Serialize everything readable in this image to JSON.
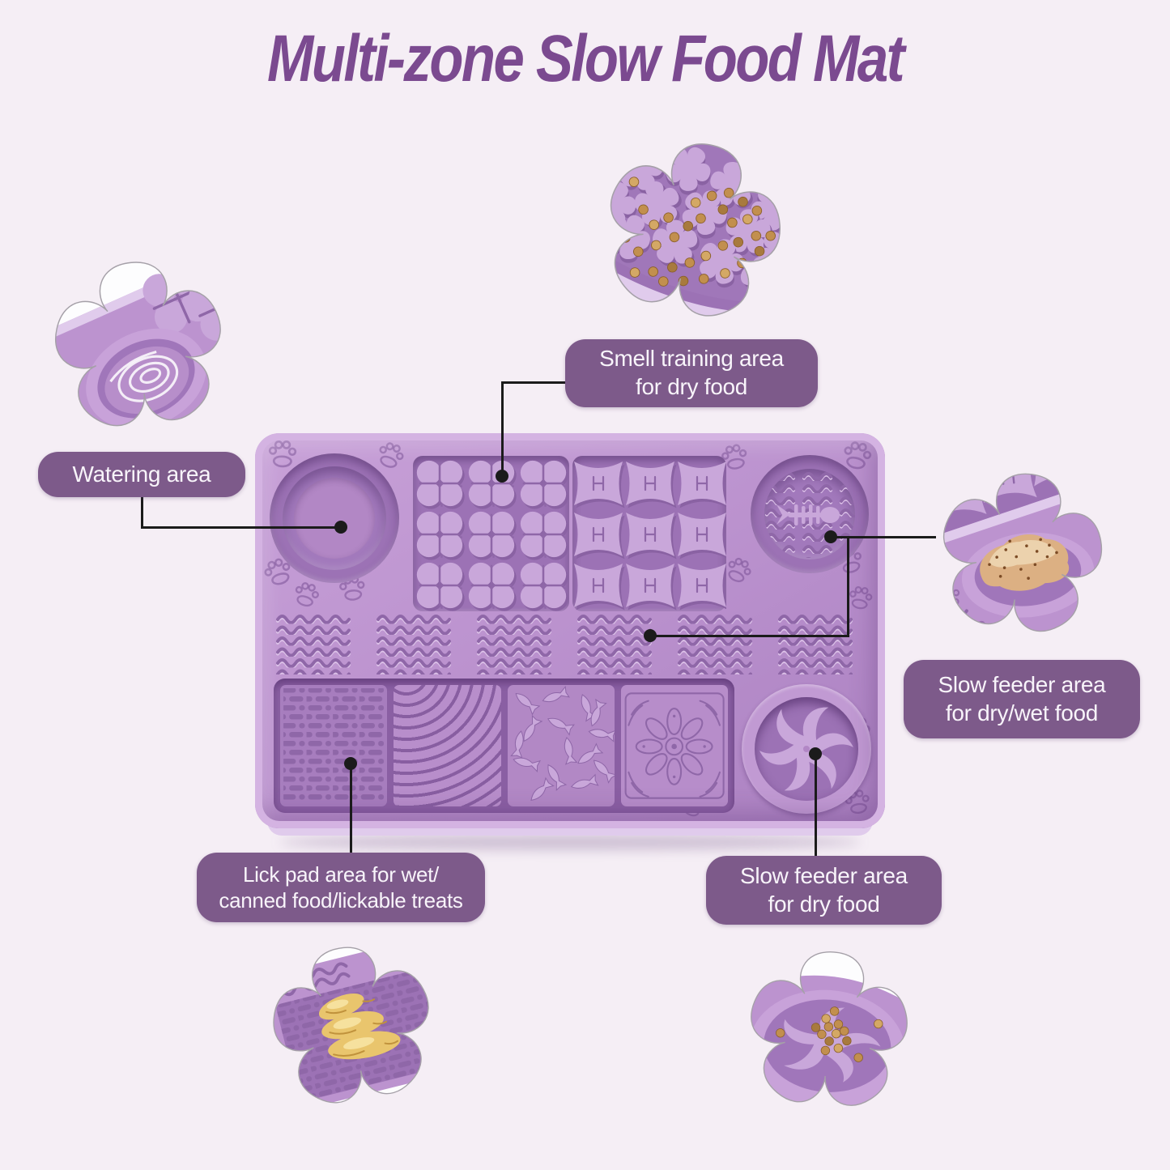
{
  "title": "Multi-zone Slow Food Mat",
  "labels": {
    "smell": {
      "text": "Smell training area\nfor dry food"
    },
    "watering": {
      "text": "Watering area"
    },
    "feeder_wet": {
      "text": "Slow feeder area\nfor dry/wet food"
    },
    "lickpad": {
      "text": "Lick pad area for wet/\ncanned food/lickable treats"
    },
    "feeder_dry": {
      "text": "Slow feeder area\nfor dry food"
    }
  },
  "zone_icons": [
    "paw-print-icon",
    "clover-grid-texture",
    "butterfly-grid-texture",
    "fish-skeleton-icon",
    "wave-lick-texture",
    "brick-lick-texture",
    "arc-ripple-texture",
    "fish-scatter-texture",
    "flower-mandala-texture",
    "spiral-slow-feeder-bowl",
    "watering-bowl",
    "flower-photo-callout"
  ],
  "colors": {
    "background": "#f5eef5",
    "title": "#7b4a90",
    "label_bg": "#7d5a8a",
    "label_text": "#f8f4fa",
    "connector": "#1b1b1b",
    "mat_base": "#bc93cf",
    "mat_rim": "#d4b3e2",
    "recess": "#9c72b5",
    "recess_deep": "#8a5fa3",
    "cavity": "#a279bc",
    "raised": "#c9a7da",
    "engrave": "#8f67a8",
    "engrave_hi": "#dcc1e8",
    "shadow": "#8a62a3",
    "front_face": "#e0cbec",
    "white": "#fdfdfe",
    "outline": "#a5a0a8",
    "kibble": "#c28f4e",
    "kibble_dark": "#8a5f2a",
    "kibble_light": "#d4a865",
    "wet_food": "#dcb083",
    "wet_food_hi": "#ecd2ad",
    "wet_food_dark": "#7c4c26",
    "paste": "#e9c56d",
    "paste_dark": "#c0923c",
    "paste_hi": "#f6e19e",
    "water_hi": "#ffffff"
  }
}
